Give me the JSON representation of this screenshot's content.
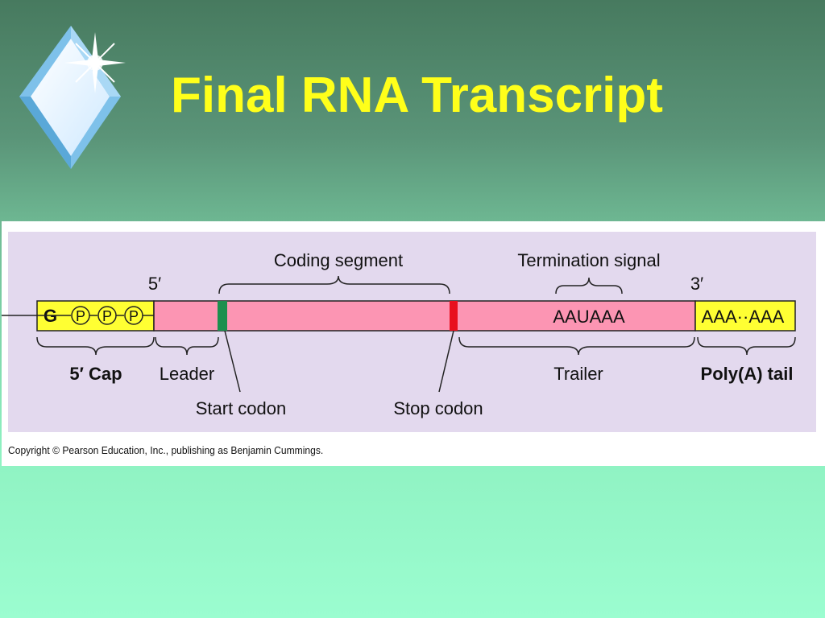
{
  "slide": {
    "title": "Final RNA Transcript"
  },
  "diagram": {
    "labels": {
      "coding_segment": "Coding segment",
      "termination_signal": "Termination signal",
      "five_prime": "5′",
      "three_prime": "3′",
      "cap_g": "G",
      "phosphate": "P",
      "signal_sequence": "AAUAAA",
      "poly_a_sequence": "AAA··AAA",
      "five_prime_cap": "5′ Cap",
      "leader": "Leader",
      "trailer": "Trailer",
      "poly_a_tail": "Poly(A) tail",
      "start_codon": "Start codon",
      "stop_codon": "Stop codon"
    },
    "colors": {
      "cap": "#ffff33",
      "rna_body": "#fc95b3",
      "start_codon": "#1d8f4e",
      "stop_codon": "#e8101e",
      "poly_a": "#ffff33",
      "panel": "#e3d9ee"
    }
  },
  "footer": {
    "copyright": "Copyright © Pearson Education, Inc., publishing as Benjamin Cummings."
  }
}
